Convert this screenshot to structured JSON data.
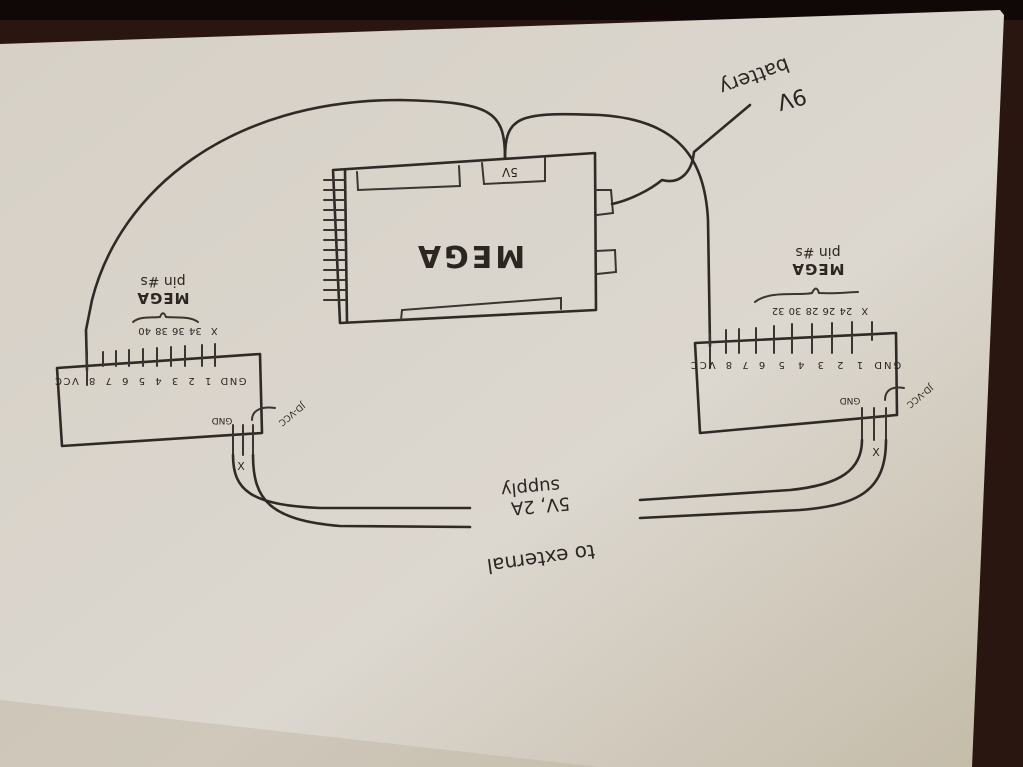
{
  "photo": {
    "subject": "Hand-drawn wiring diagram on paper (rotated 180°)",
    "colors": {
      "paper": "#d9d4cb",
      "paper_shadow": "#c9c2b4",
      "ink": "#2e2a26",
      "table": "#2a1610"
    }
  },
  "mega_board": {
    "label": "MEGA",
    "power_pin_label": "5V"
  },
  "battery": {
    "label_line1": "9V",
    "label_line2": "battery"
  },
  "left_module": {
    "pin_labels": [
      "GND",
      "1",
      "2",
      "3",
      "4",
      "5",
      "6",
      "7",
      "8",
      "VCC"
    ],
    "mega_pin_map": [
      "X",
      "34",
      "36",
      "38",
      "40"
    ],
    "mega_pins_caption_line1": "MEGA",
    "mega_pins_caption_line2": "pin #s",
    "power_labels": {
      "gnd": "GND",
      "jd_vcc": "JD-VCC",
      "unused": "X"
    }
  },
  "right_module": {
    "pin_labels": [
      "GND",
      "1",
      "2",
      "3",
      "4",
      "5",
      "6",
      "7",
      "8",
      "VCC"
    ],
    "mega_pin_map": [
      "X",
      "24",
      "26",
      "28",
      "30",
      "32"
    ],
    "mega_pins_caption_line1": "MEGA",
    "mega_pins_caption_line2": "pin #s",
    "power_labels": {
      "gnd": "GND",
      "jd_vcc": "JD-VCC",
      "unused": "X"
    }
  },
  "external_supply": {
    "line1": "to external",
    "line2": "5V, 2A",
    "line3": "supply"
  }
}
